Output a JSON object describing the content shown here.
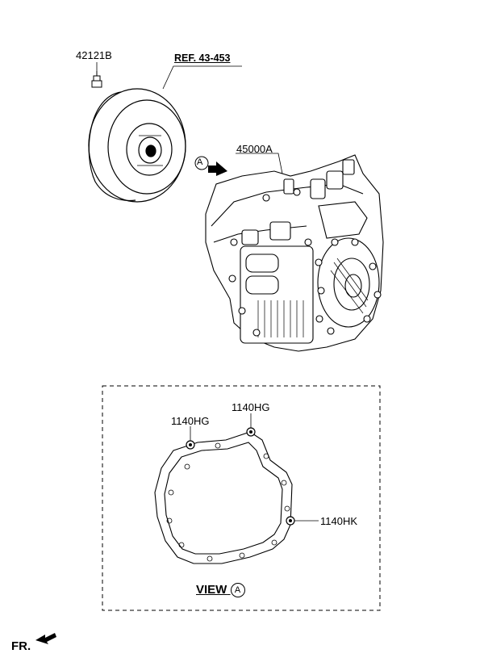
{
  "labels": {
    "bolt_top": "42121B",
    "ref": "REF. 43-453",
    "view_marker": "A",
    "transaxle": "45000A",
    "bolt_hg_left": "1140HG",
    "bolt_hg_right": "1140HG",
    "bolt_hk": "1140HK",
    "view_word": "VIEW",
    "view_letter": "A",
    "front": "FR."
  }
}
